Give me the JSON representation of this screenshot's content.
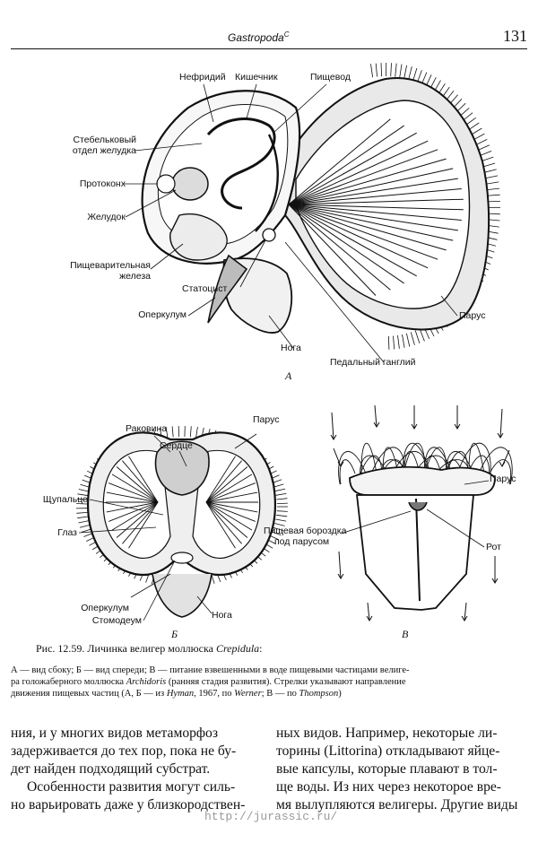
{
  "header": {
    "running_head": "Gastropoda",
    "running_head_sup": "C",
    "page_number": "131"
  },
  "figure": {
    "panel_a": {
      "letter": "А",
      "labels": {
        "nephridium": "Нефридий",
        "intestine": "Кишечник",
        "esophagus": "Пищевод",
        "stalk_stomach_1": "Стебельковый",
        "stalk_stomach_2": "отдел желудка",
        "protoconch": "Протоконх",
        "stomach": "Желудок",
        "digestive_gland_1": "Пищеварительная",
        "digestive_gland_2": "железа",
        "statocyst": "Статоцист",
        "operculum": "Оперкулум",
        "foot": "Нога",
        "velum": "Парус",
        "pedal_ganglion": "Педальный ганглий"
      }
    },
    "panel_b": {
      "letter": "Б",
      "labels": {
        "shell": "Раковина",
        "heart": "Сердце",
        "velum": "Парус",
        "tentacle": "Щупальце",
        "eye": "Глаз",
        "operculum": "Оперкулум",
        "stomodeum": "Стомодеум",
        "foot": "Нога"
      }
    },
    "panel_v": {
      "letter": "В",
      "labels": {
        "velum": "Парус",
        "food_groove_1": "Пищевая бороздка",
        "food_groove_2": "под парусом",
        "mouth": "Рот"
      }
    },
    "caption": {
      "prefix": "Рис.  12.59. Личинка велигер моллюска ",
      "genus": "Crepidula",
      "suffix": ":",
      "desc_line1": "А — вид сбоку; Б — вид спереди; В — питание взвешенными в воде пищевыми частицами велиге-",
      "desc_line2_a": "ра голожаберного моллюска ",
      "desc_line2_genus": "Archidoris",
      "desc_line2_b": " (ранняя стадия развития). Стрелки указывают направление",
      "desc_line3_a": "движения пищевых частиц (А, Б — из ",
      "desc_line3_hyman": "Hyman",
      "desc_line3_b": ", 1967, по ",
      "desc_line3_werner": "Werner",
      "desc_line3_c": "; В — по ",
      "desc_line3_thompson": "Thompson",
      "desc_line3_d": ")"
    }
  },
  "body_text": {
    "left": [
      "ния, и у многих видов метаморфоз",
      "задерживается до тех пор, пока не бу-",
      "дет найден подходящий субстрат.",
      "Особенности развития могут силь-",
      "но варьировать даже у близкородствен-"
    ],
    "right": [
      "ных видов. Например, некоторые ли-",
      "торины (Littorina) откладывают яйце-",
      "вые капсулы, которые плавают в тол-",
      "ще воды. Из них через некоторое вре-",
      "мя вылупляются велигеры. Другие виды"
    ]
  },
  "watermark": "http://jurassic.ru/"
}
